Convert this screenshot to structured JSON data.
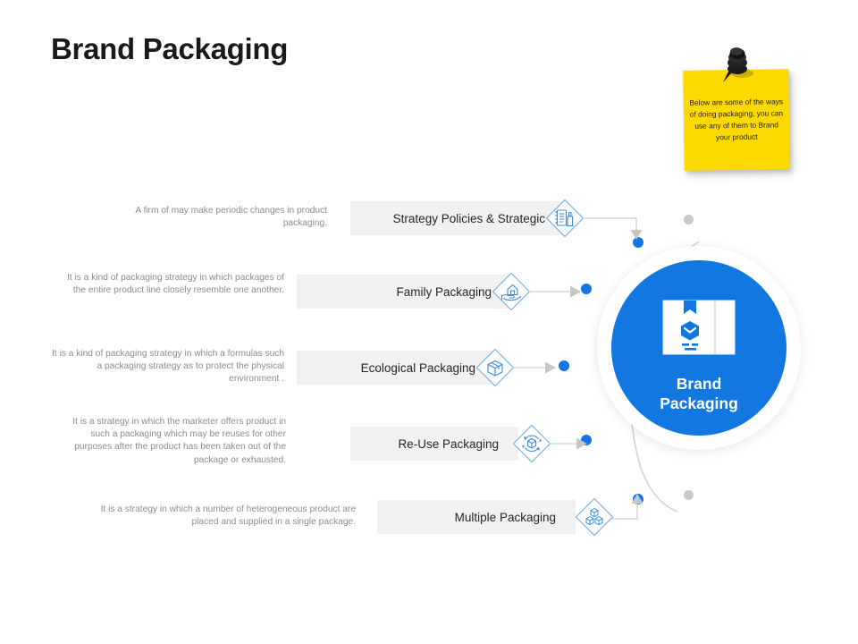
{
  "slide": {
    "title": "Brand Packaging",
    "background_color": "#ffffff",
    "accent_color": "#1277e0",
    "bar_color": "#f1f1f1",
    "note_color": "#fcd900"
  },
  "sticky_note": {
    "text": "Below are some of the ways of doing packaging, you can use any of them to Brand your product",
    "pin_icon": "pushpin-icon"
  },
  "center": {
    "line1": "Brand",
    "line2": "Packaging",
    "icon": "package-box-icon"
  },
  "chart_data": {
    "type": "diagram",
    "title": "Brand Packaging",
    "layout": "radial-hub-with-five-branches",
    "hub": "Brand Packaging",
    "items": [
      {
        "label": "Strategy Policies & Strategic",
        "description": "A firm of may make periodic changes in product packaging.",
        "icon": "clipboard-checklist-icon"
      },
      {
        "label": "Family Packaging",
        "description": "It is a kind of packaging strategy in which packages of the entire product line closely resemble one another.",
        "icon": "hand-holding-house-icon"
      },
      {
        "label": "Ecological Packaging",
        "description": "It is a kind of packaging strategy in which a formulas such a packaging strategy as to protect the physical environment .",
        "icon": "open-box-icon"
      },
      {
        "label": "Re-Use Packaging",
        "description": "It is a strategy in which the marketer offers product in such a packaging which may be reuses for other purposes after the product has been taken out of the package or exhausted.",
        "icon": "recycle-box-icon"
      },
      {
        "label": "Multiple Packaging",
        "description": "It is a strategy in which a number of heterogeneous product are placed and supplied in a single package.",
        "icon": "stacked-boxes-icon"
      }
    ]
  }
}
